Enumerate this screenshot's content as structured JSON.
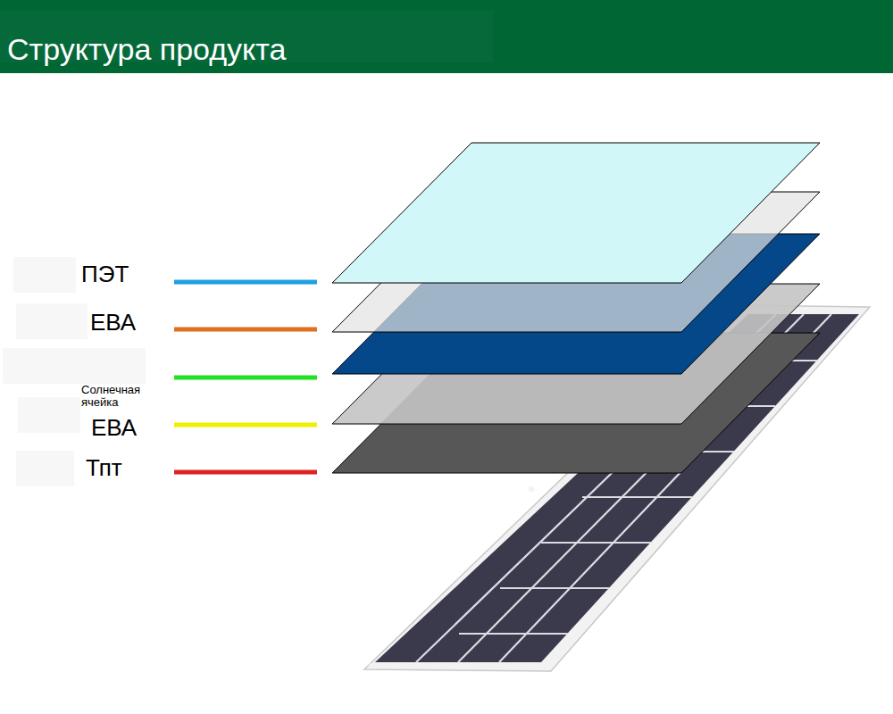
{
  "diagram": {
    "title": "Структура продукта",
    "labels": [
      "ПЭТ",
      "ЕВА",
      "Солнечная ячейка",
      "ЕВА",
      "Тпт"
    ]
  }
}
